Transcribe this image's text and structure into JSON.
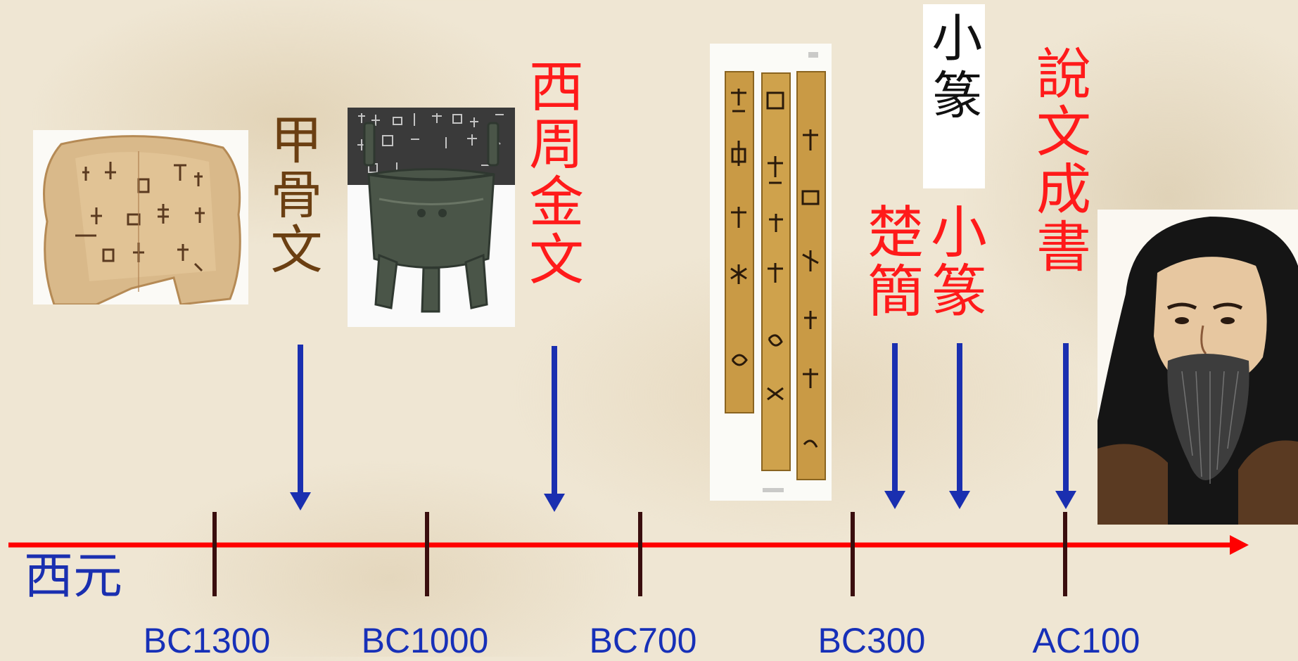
{
  "labels": {
    "jiaguwen": "甲骨文",
    "xizhou_jinwen": "西周金文",
    "chujian": "楚簡",
    "xiaozhuan": "小篆",
    "shuowen": "說文成書",
    "seal_script_sample": "小篆",
    "xiyuan": "西元"
  },
  "timeline": {
    "ticks": [
      "BC1300",
      "BC1000",
      "BC700",
      "BC300",
      "AC100"
    ]
  },
  "colors": {
    "axis": "#ff0000",
    "tick": "#3a0e0e",
    "arrow": "#1a2fb0",
    "red_label": "#ff1a1a",
    "brown_label": "#6b3f12"
  }
}
